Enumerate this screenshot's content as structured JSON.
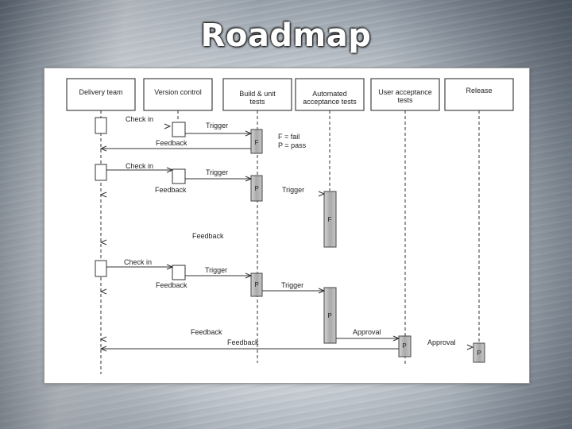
{
  "slide": {
    "title": "Roadmap"
  },
  "diagram": {
    "lanes": [
      "Delivery team",
      "Version control",
      "Build & unit tests",
      "Automated acceptance tests",
      "User acceptance tests",
      "Release"
    ],
    "lane_lines": [
      [
        "Delivery team"
      ],
      [
        "Version control"
      ],
      [
        "Build & unit",
        "tests"
      ],
      [
        "Automated",
        "acceptance tests"
      ],
      [
        "User acceptance",
        "tests"
      ],
      [
        "Release"
      ]
    ],
    "legend": [
      "F = fail",
      "P = pass"
    ],
    "labels": {
      "check_in": "Check in",
      "trigger": "Trigger",
      "feedback": "Feedback",
      "approval": "Approval",
      "fail": "F",
      "pass": "P"
    }
  }
}
